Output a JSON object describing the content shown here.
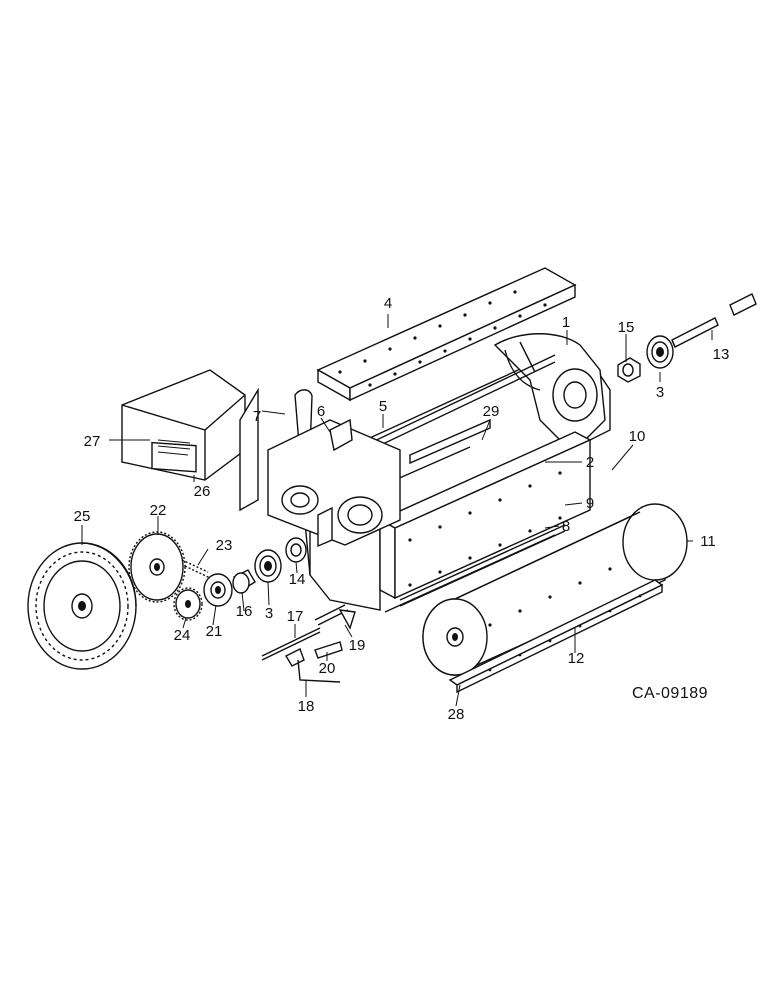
{
  "diagram": {
    "reference_code": "CA-09189",
    "part_labels": {
      "p1": "1",
      "p2": "2",
      "p3a": "3",
      "p3b": "3",
      "p4": "4",
      "p5": "5",
      "p6": "6",
      "p7": "7",
      "p8": "8",
      "p9": "9",
      "p10": "10",
      "p11": "11",
      "p12": "12",
      "p13": "13",
      "p14": "14",
      "p15": "15",
      "p16": "16",
      "p17": "17",
      "p18": "18",
      "p19": "19",
      "p20": "20",
      "p21": "21",
      "p22": "22",
      "p23": "23",
      "p24": "24",
      "p25": "25",
      "p26": "26",
      "p27": "27",
      "p28": "28",
      "p29": "29"
    }
  }
}
